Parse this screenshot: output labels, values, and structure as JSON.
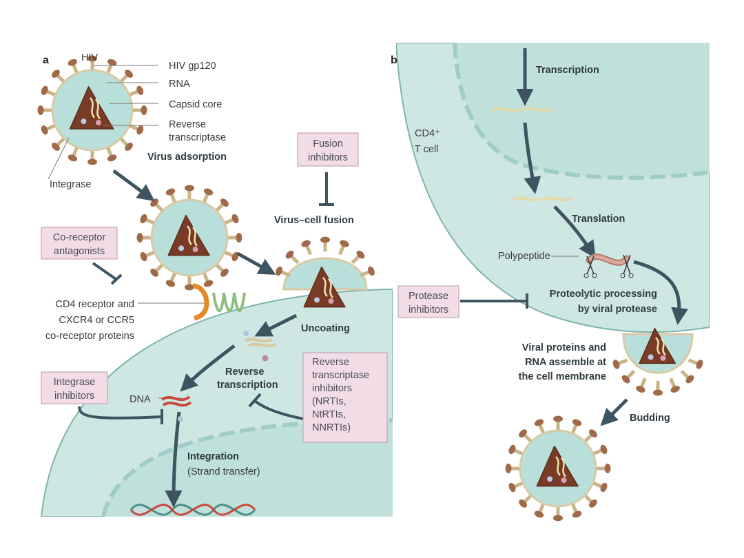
{
  "panel_a": {
    "letter": "a",
    "virion_labels": {
      "hiv": "HIV",
      "gp120": "HIV gp120",
      "rna": "RNA",
      "capsid": "Capsid core",
      "rt_line1": "Reverse",
      "rt_line2": "transcriptase",
      "integrase": "Integrase"
    },
    "steps": {
      "adsorption": "Virus adsorption",
      "fusion": "Virus–cell fusion",
      "uncoating": "Uncoating",
      "rt_line1": "Reverse",
      "rt_line2": "transcription",
      "integration": "Integration",
      "strand": "(Strand transfer)",
      "dna": "DNA"
    },
    "receptor_lines": [
      "CD4 receptor and",
      "CXCR4 or CCR5",
      "co-receptor proteins"
    ],
    "boxes": {
      "fusion_inhibitors": [
        "Fusion",
        "inhibitors"
      ],
      "coreceptor_antagonists": [
        "Co-receptor",
        "antagonists"
      ],
      "integrase_inhibitors": [
        "Integrase",
        "inhibitors"
      ],
      "rt_inhibitors": [
        "Reverse",
        "transcriptase",
        "inhibitors",
        "(NRTIs,",
        "NtRTIs,",
        "NNRTIs)"
      ]
    }
  },
  "panel_b": {
    "letter": "b",
    "cell_label_line1": "CD4⁺",
    "cell_label_line2": "T cell",
    "steps": {
      "transcription": "Transcription",
      "translation": "Translation",
      "polypeptide": "Polypeptide",
      "processing_line1": "Proteolytic processing",
      "processing_line2": "by viral protease",
      "assembly": [
        "Viral proteins and",
        "RNA assemble at",
        "the cell membrane"
      ],
      "budding": "Budding"
    },
    "boxes": {
      "protease_inhibitors": [
        "Protease",
        "inhibitors"
      ]
    }
  },
  "colors": {
    "cytoplasm": "#cfe7e3",
    "nucleus": "#bfe0db",
    "inhibitor_box": "#f2dde6",
    "arrow": "#3e5460",
    "capsid": "#7a3b26",
    "spike": "#a06a48"
  }
}
